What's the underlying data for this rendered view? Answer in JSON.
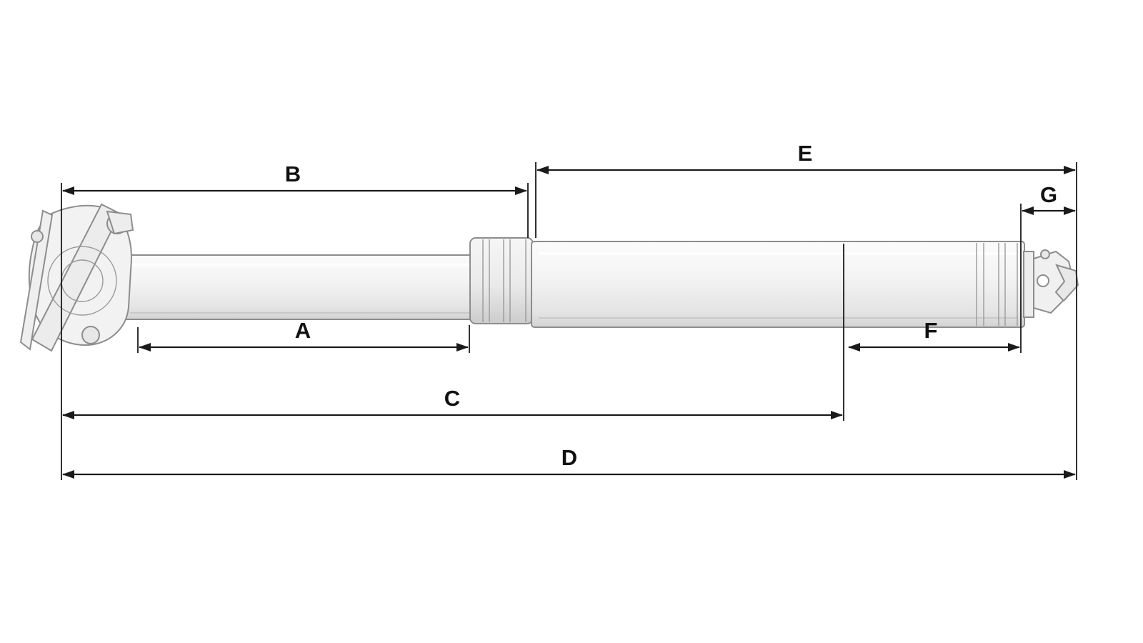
{
  "diagram": {
    "dimension_labels": {
      "A": "A",
      "B": "B",
      "C": "C",
      "D": "D",
      "E": "E",
      "F": "F",
      "G": "G"
    }
  },
  "colors": {
    "background": "#ffffff",
    "dimension_line": "#1a1a1a",
    "label_text": "#111111",
    "drawing_outline": "#8d8d8d",
    "drawing_fill_light": "#f4f4f4",
    "drawing_fill_mid": "#e9e9e9"
  }
}
